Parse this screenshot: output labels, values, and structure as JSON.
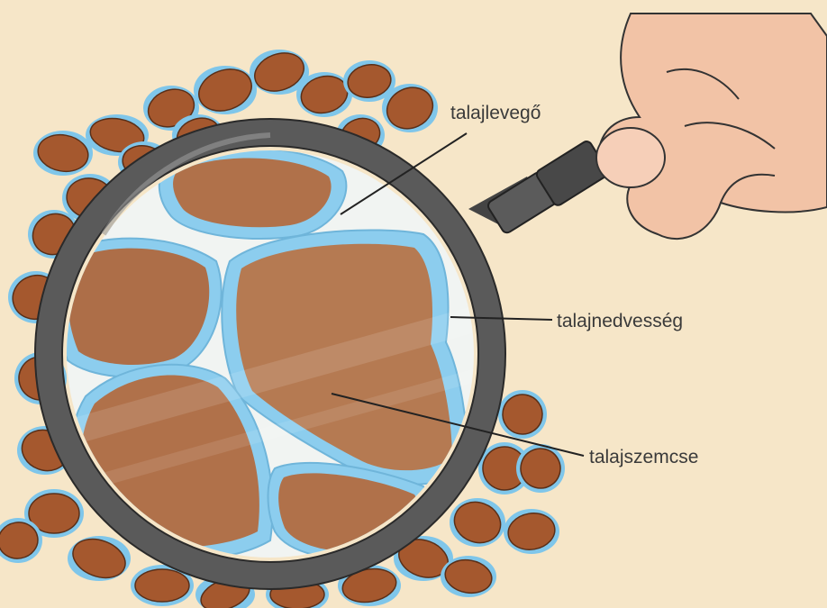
{
  "labels": {
    "air": "talajlevegő",
    "moisture": "talajnedvesség",
    "particle": "talajszemcse"
  },
  "colors": {
    "background": "#f6e6c8",
    "soil_particle": "#a5582e",
    "soil_magnified": "#b0714a",
    "water_film": "#7fc6ea",
    "air_gap": "#f1f4f2",
    "lens_rim": "#555555",
    "skin": "#f2c3a6",
    "leader_line": "#222222"
  },
  "icons": {
    "tool": "magnifying-glass-icon",
    "hand": "hand-icon"
  }
}
